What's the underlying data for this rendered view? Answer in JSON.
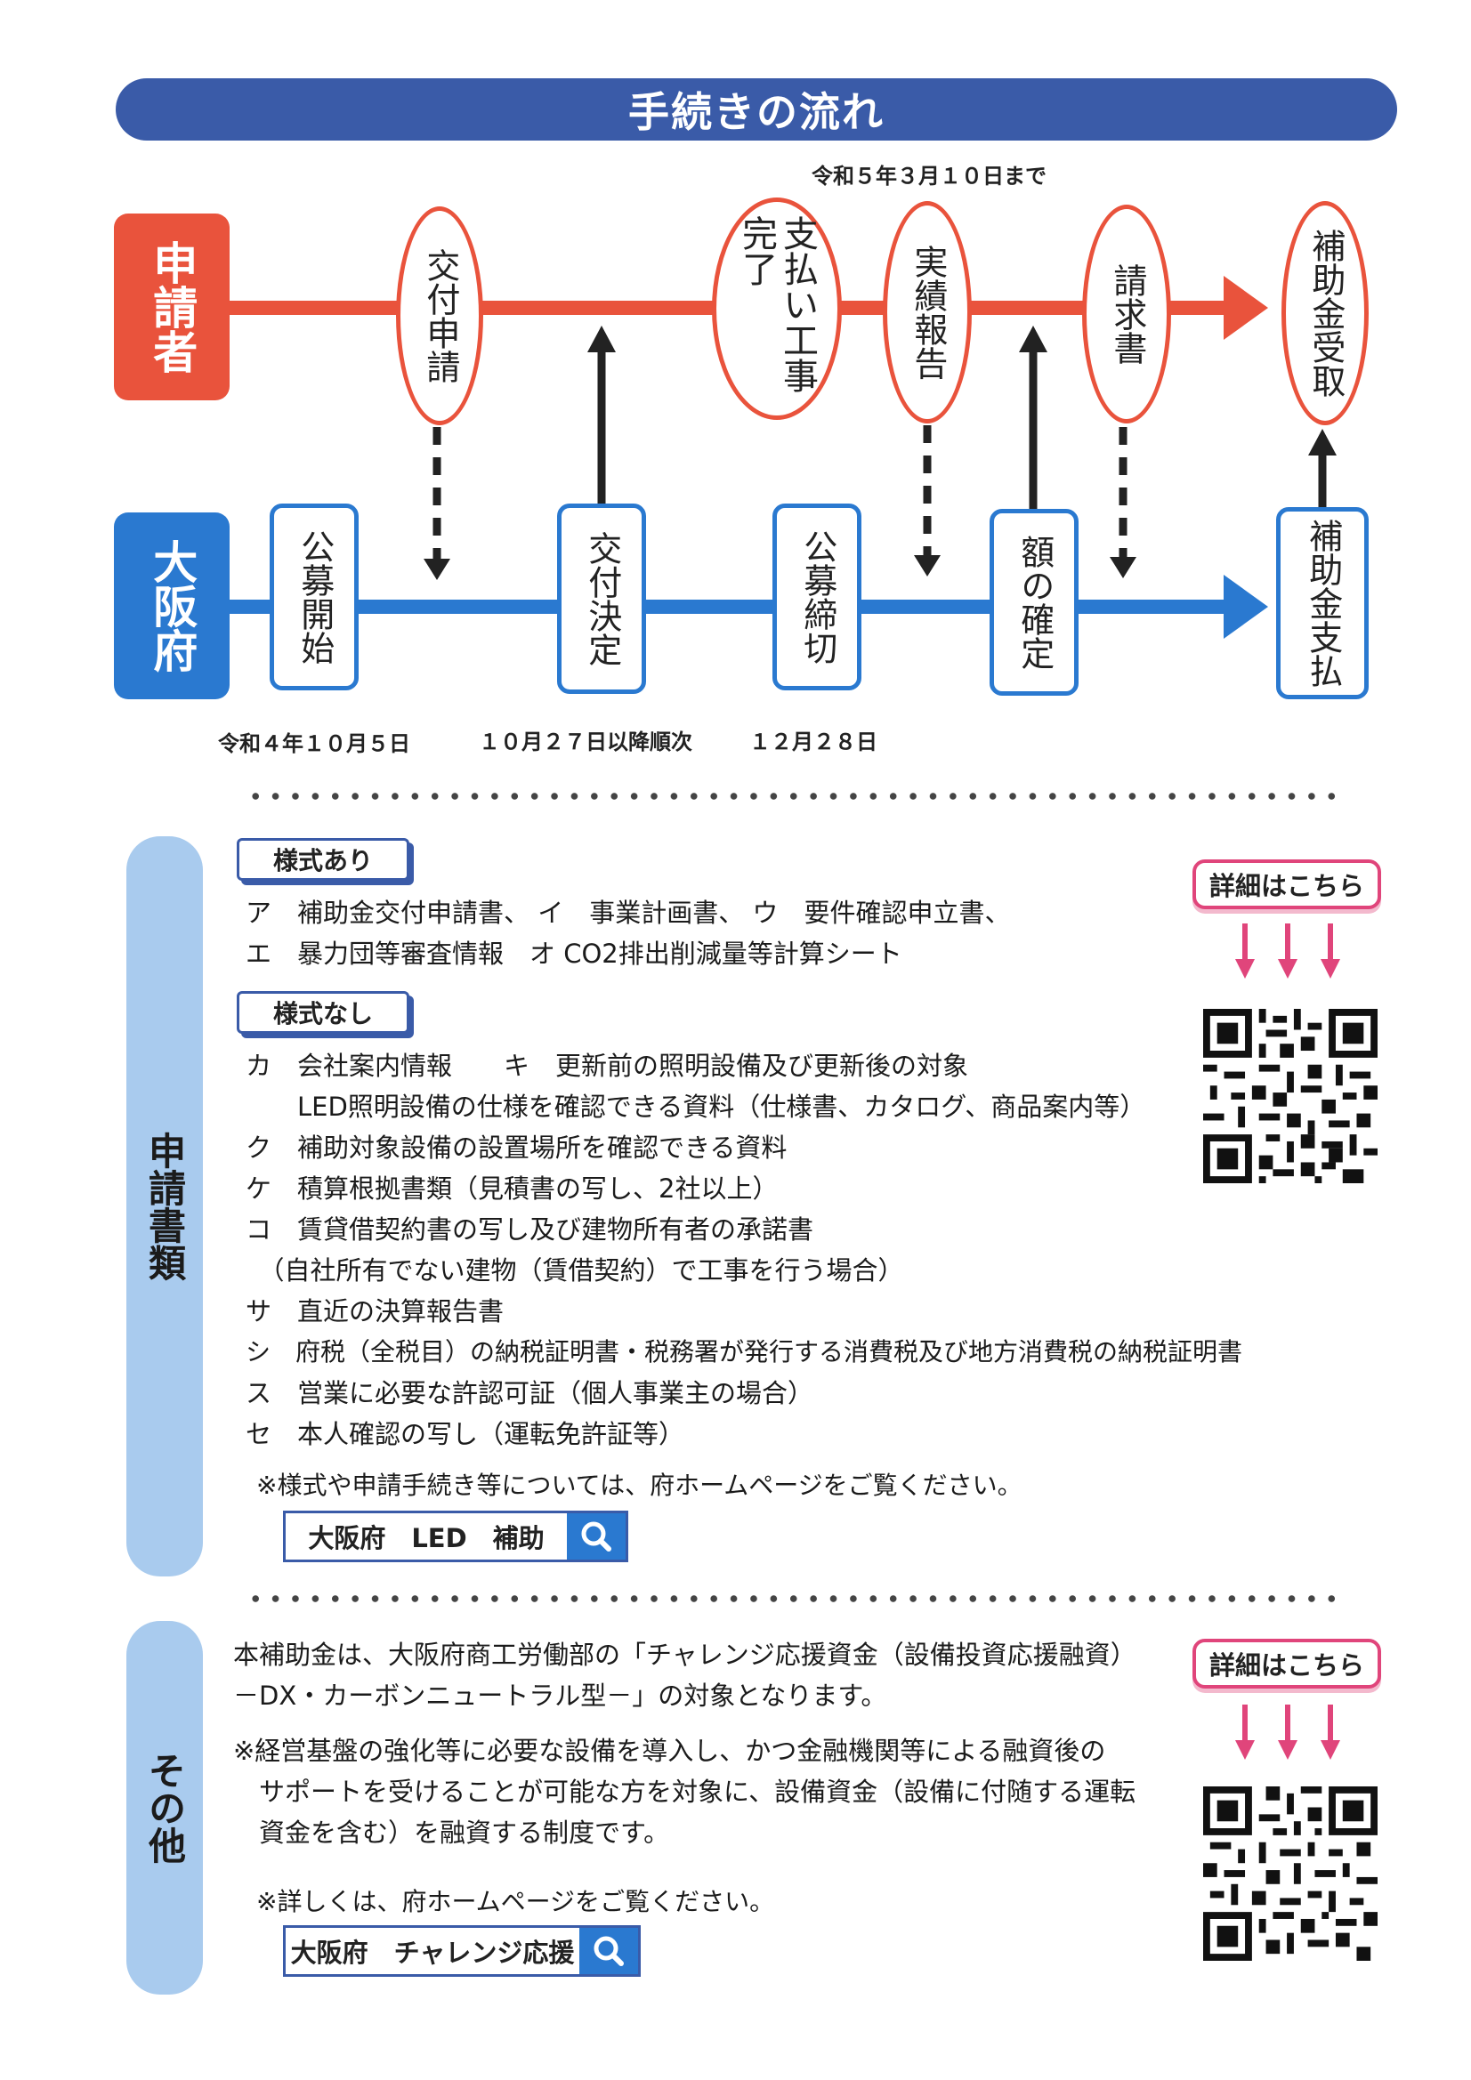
{
  "title": "手続きの流れ",
  "deadline_top": "令和５年３月１０日まで",
  "rows": {
    "applicant": "申請者",
    "osaka": "大阪府"
  },
  "applicant_steps": [
    "交付申請",
    "支払い工事完了",
    "実績報告",
    "請求書",
    "補助金受取"
  ],
  "osaka_steps": [
    "公募開始",
    "交付決定",
    "公募締切",
    "額の確定",
    "補助金支払"
  ],
  "bottom_dates": [
    "令和４年１０月５日",
    "１０月２７日以降順次",
    "１２月２８日"
  ],
  "application_docs": {
    "section_label": "申請書類",
    "with_form_tag": "様式あり",
    "with_form_lines": [
      "ア　補助金交付申請書、 イ　事業計画書、 ウ　要件確認申立書、",
      "エ　暴力団等審査情報　オ CO2排出削減量等計算シート"
    ],
    "without_form_tag": "様式なし",
    "without_form_lines": [
      "カ　会社案内情報　　キ　更新前の照明設備及び更新後の対象",
      "　　LED照明設備の仕様を確認できる資料（仕様書、カタログ、商品案内等）",
      "ク　補助対象設備の設置場所を確認できる資料",
      "ケ　積算根拠書類（見積書の写し、2社以上）",
      "コ　賃貸借契約書の写し及び建物所有者の承諾書",
      "　（自社所有でない建物（賃借契約）で工事を行う場合）",
      "サ　直近の決算報告書",
      "シ　府税（全税目）の納税証明書・税務署が発行する消費税及び地方消費税の納税証明書",
      "ス　営業に必要な許認可証（個人事業主の場合）",
      "セ　本人確認の写し（運転免許証等）"
    ],
    "note": "※様式や申請手続き等については、府ホームページをご覧ください。",
    "search_text": "大阪府　LED　補助",
    "detail_badge": "詳細はこちら"
  },
  "other": {
    "section_label": "その他",
    "lines": [
      "本補助金は、大阪府商工労働部の「チャレンジ応援資金（設備投資応援融資）",
      "－DX・カーボンニュートラル型－」の対象となります。"
    ],
    "note_lines": [
      "※経営基盤の強化等に必要な設備を導入し、かつ金融機関等による融資後の",
      "　サポートを受けることが可能な方を対象に、設備資金（設備に付随する運転",
      "　資金を含む）を融資する制度です。"
    ],
    "note2": "※詳しくは、府ホームページをご覧ください。",
    "search_text": "大阪府　チャレンジ応援",
    "detail_badge": "詳細はこちら"
  },
  "colors": {
    "title_bar": "#3a5ba8",
    "applicant": "#e9533c",
    "osaka": "#2a79d0",
    "side_tab": "#a9cbee",
    "badge": "#e0457b"
  },
  "icons": [
    "search-icon",
    "down-arrow-icon",
    "qr-code"
  ]
}
